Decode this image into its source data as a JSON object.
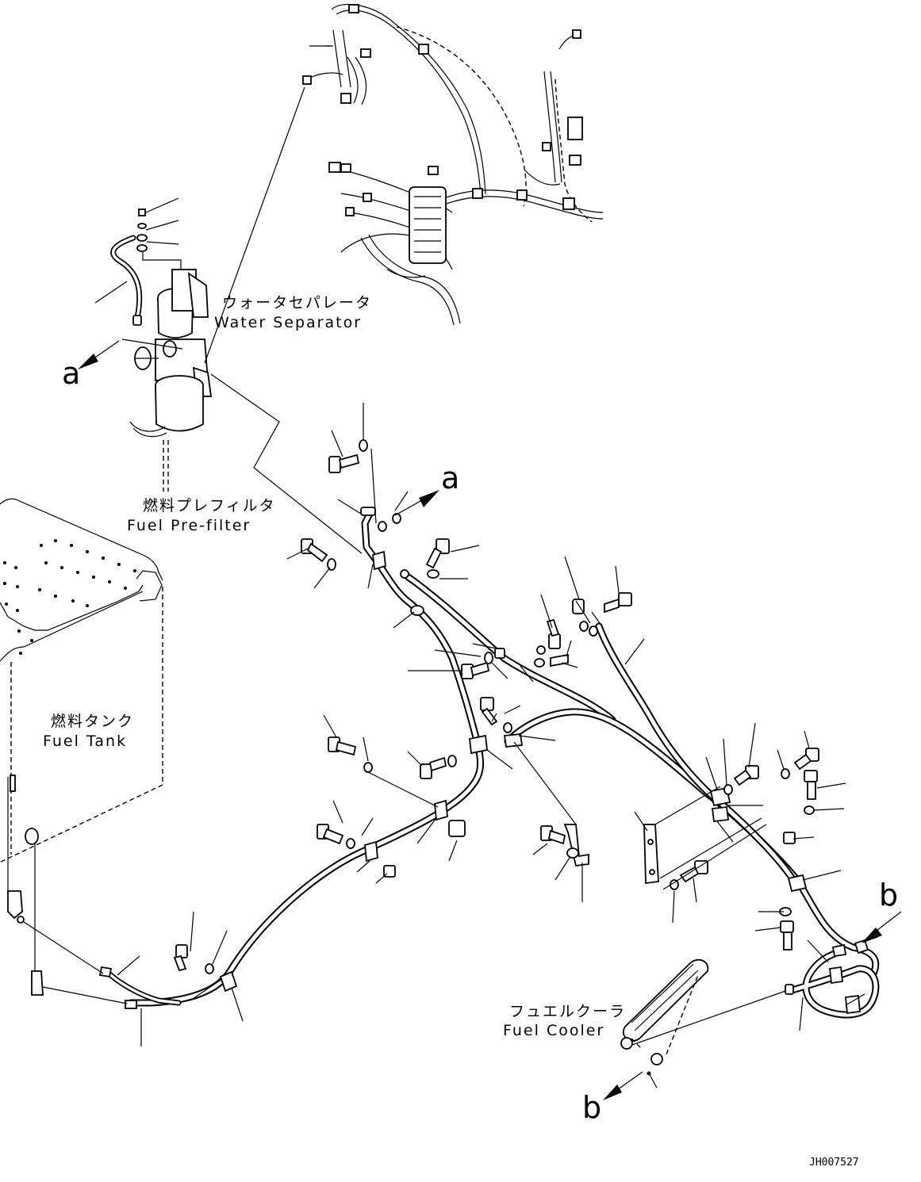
{
  "diagram": {
    "labels": {
      "water_separator_jp": "ウォータセパレータ",
      "water_separator_en": "Water Separator",
      "fuel_prefilter_jp": "燃料プレフィルタ",
      "fuel_prefilter_en": "Fuel Pre-filter",
      "fuel_tank_jp": "燃料タンク",
      "fuel_tank_en": "Fuel Tank",
      "fuel_cooler_jp": "フュエルクーラ",
      "fuel_cooler_en": "Fuel Cooler"
    },
    "connection_markers": {
      "a_left": "a",
      "a_right": "a",
      "b_top": "b",
      "b_bottom": "b"
    },
    "drawing_code": "JH007527"
  }
}
